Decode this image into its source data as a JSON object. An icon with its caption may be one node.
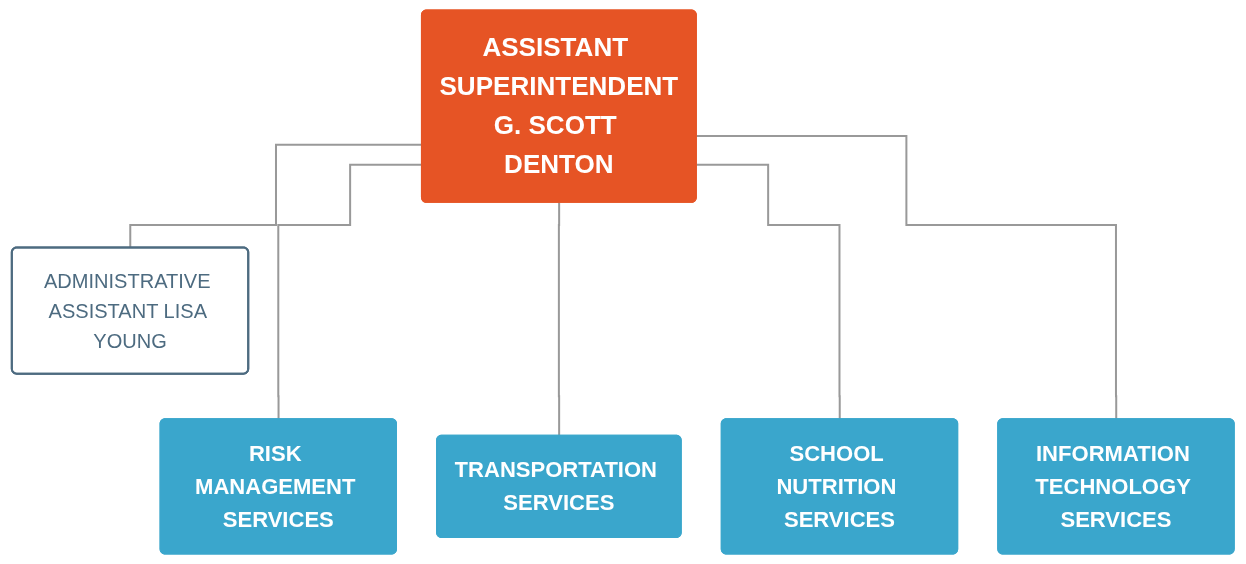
{
  "diagram": {
    "nodes": [
      {
        "text": [
          "ASSISTANT SUPERINTENDENT",
          "G. SCOTT DENTON"
        ]
      },
      {
        "text": [
          "ADMINISTRATIVE ASSISTANT LISA YOUNG"
        ]
      },
      {
        "text": [
          "RISK MANAGEMENT SERVICES"
        ]
      },
      {
        "text": [
          "TRANSPORTATION SERVICES"
        ]
      },
      {
        "text": [
          "SCHOOL NUTRITION SERVICES"
        ]
      },
      {
        "text": [
          "INFORMATION TECHNOLOGY SERVICES"
        ]
      }
    ],
    "edges": [
      {
        "from": 0,
        "to": 1,
        "arrow": "none"
      },
      {
        "from": 0,
        "to": 2,
        "arrow": "none"
      },
      {
        "from": 0,
        "to": 3,
        "arrow": "none"
      },
      {
        "from": 0,
        "to": 4,
        "arrow": "none"
      },
      {
        "from": 0,
        "to": 5,
        "arrow": "none"
      }
    ]
  }
}
